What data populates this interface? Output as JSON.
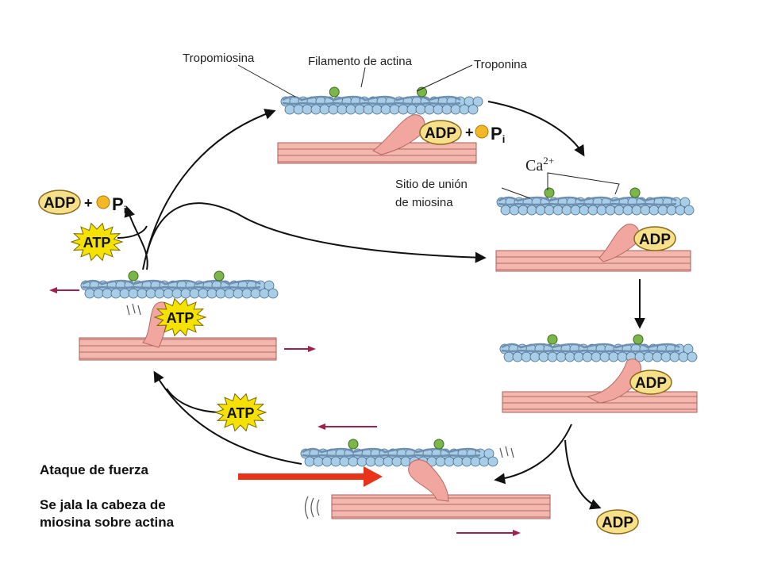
{
  "labels": {
    "tropomyosin": "Tropomiosina",
    "actin_filament": "Filamento de actina",
    "troponin": "Troponina",
    "calcium_base": "Ca",
    "calcium_charge": "2+",
    "binding_site_line1": "Sitio de unión",
    "binding_site_line2": "de miosina"
  },
  "molecules": {
    "adp": "ADP",
    "atp": "ATP",
    "phosphate_letter": "P",
    "phosphate_sub": "i",
    "plus": "+"
  },
  "caption": {
    "title": "Ataque de fuerza",
    "line1": "Se jala la cabeza de",
    "line2": "miosina sobre actina"
  },
  "colors": {
    "actin_bead": "#a9cde6",
    "tropomyosin": "#6f8fb0",
    "troponin": "#7ab648",
    "myosin": "#f2a6a0",
    "thick_filament": "#f4b7ae",
    "adp_badge": "#f7e08a",
    "atp_star": "#f5e200",
    "phosphate": "#f2b825",
    "direction_arrow": "#a0224a",
    "highlight_arrow": "#e8321a"
  }
}
